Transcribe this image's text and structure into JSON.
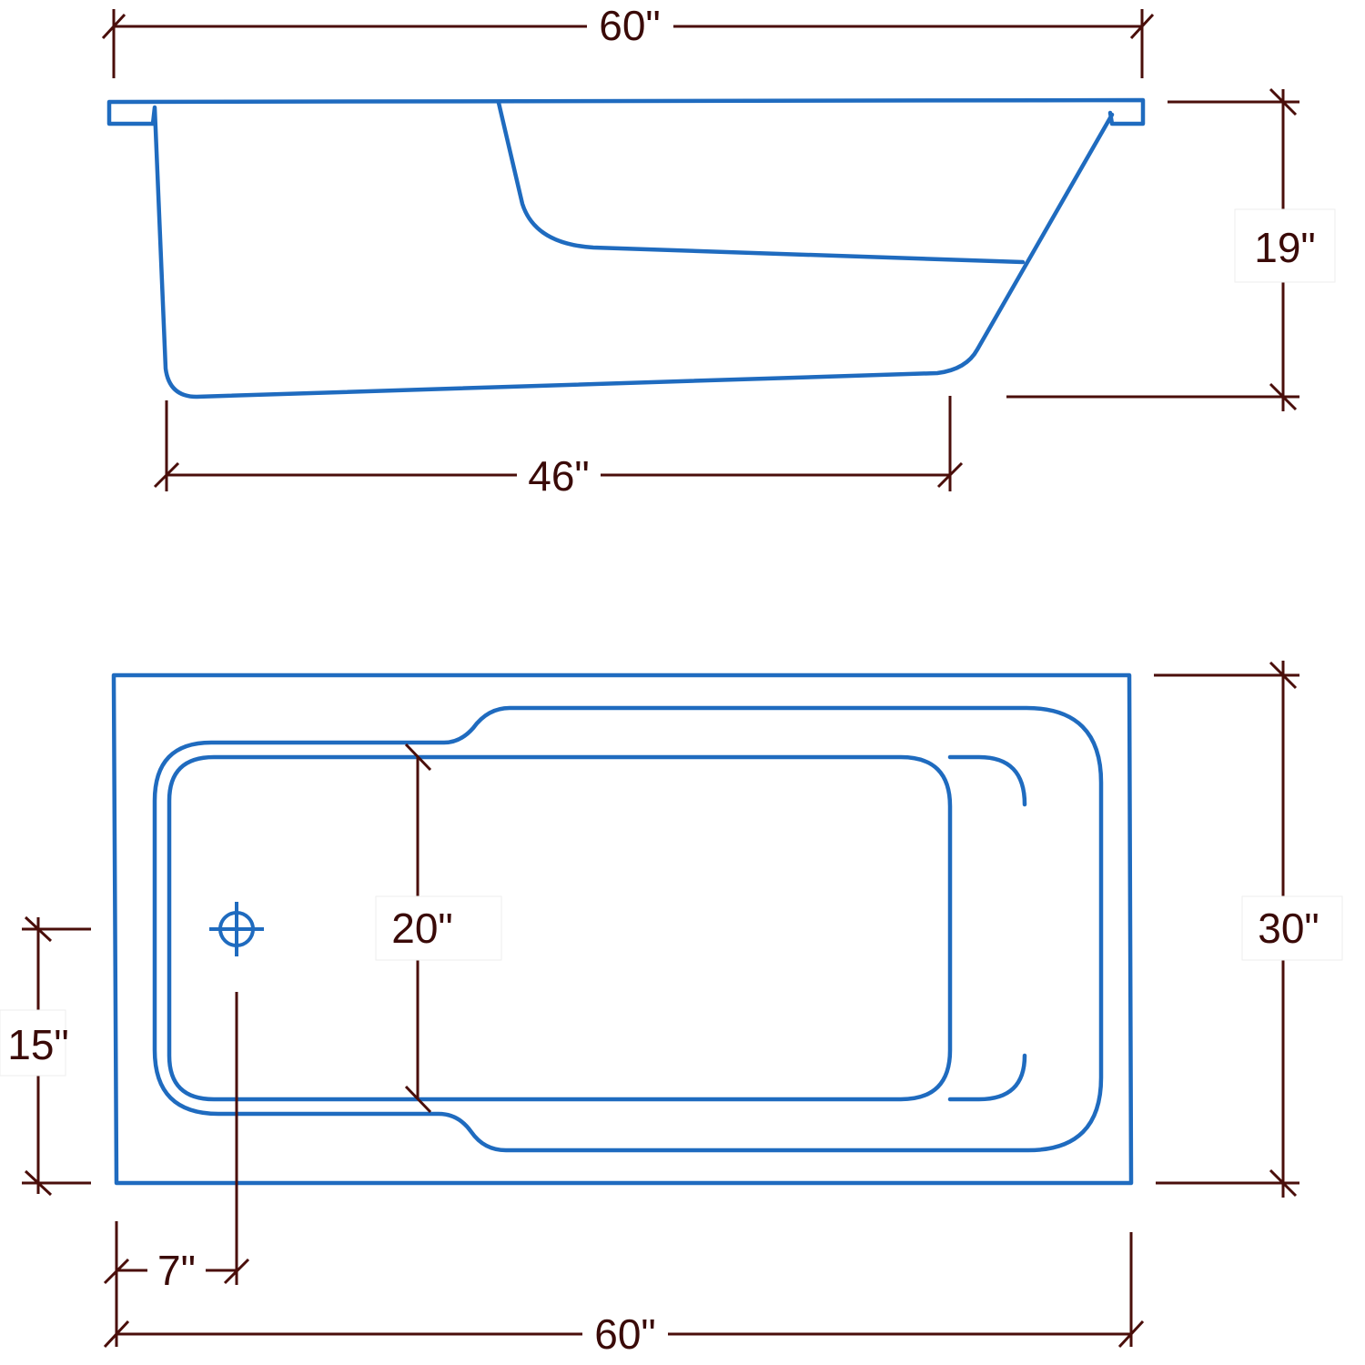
{
  "colors": {
    "outline": "#1f6bbf",
    "dimension": "#4a0e0a",
    "background": "#ffffff"
  },
  "side_view": {
    "overall_length": "60\"",
    "floor_length": "46\"",
    "depth": "19\""
  },
  "top_view": {
    "bottom_width": "20\"",
    "overall_width": "30\"",
    "drain_from_side": "15\"",
    "drain_from_end": "7\"",
    "overall_length": "60\""
  },
  "icons": {
    "drain": "drain-crosshair-icon"
  }
}
